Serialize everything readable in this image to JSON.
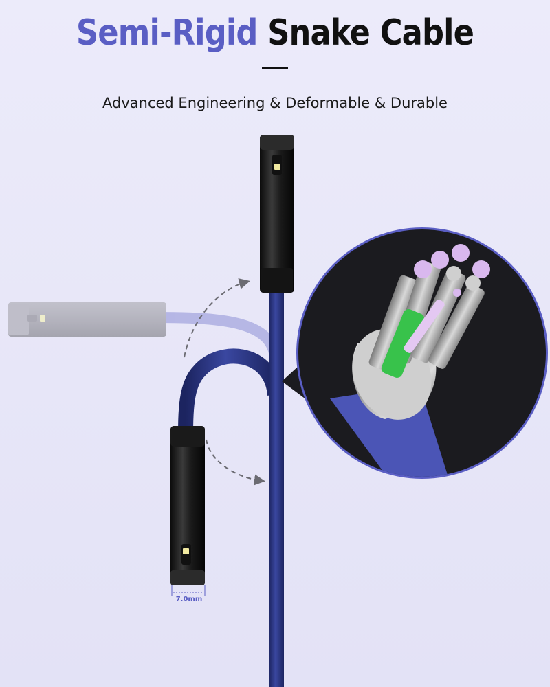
{
  "header": {
    "title_accent": "Semi-Rigid",
    "title_main": "Snake Cable",
    "subtitle": "Advanced Engineering & Deformable & Durable"
  },
  "diagram": {
    "diameter_label": "7.0mm"
  },
  "colors": {
    "accent": "#5a5ec4",
    "cable": "#27327a",
    "background": "#e6e5f7",
    "zoom_circle": "#1b1b1f",
    "green_wire": "#38c24b",
    "lilac_wire_end": "#d9b8ee"
  }
}
